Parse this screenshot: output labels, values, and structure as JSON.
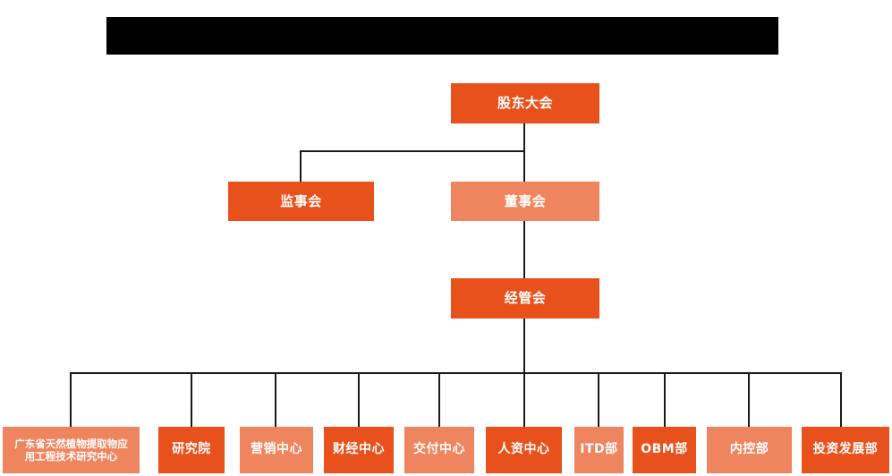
{
  "chart_data": {
    "type": "diagram",
    "title": "",
    "subtitle": "",
    "diagram_kind": "organization-chart",
    "orientation": "top-down",
    "colors": {
      "deep_orange": "#e8511b",
      "light_orange": "#ee855e",
      "connector": "#1a1a1a",
      "background": "#ffffff",
      "redacted_bar": "#000000",
      "node_text": "#ffffff"
    },
    "levels": [
      {
        "level": 1,
        "nodes": [
          "股东大会"
        ]
      },
      {
        "level": 2,
        "nodes": [
          "监事会",
          "董事会"
        ]
      },
      {
        "level": 3,
        "nodes": [
          "经管会"
        ]
      },
      {
        "level": 4,
        "nodes": [
          "广东省天然植物提取物应用工程技术研究中心",
          "研究院",
          "营销中心",
          "财经中心",
          "交付中心",
          "人资中心",
          "ITD部",
          "OBM部",
          "内控部",
          "投资发展部"
        ]
      }
    ],
    "edges": [
      {
        "from": "股东大会",
        "to": "监事会"
      },
      {
        "from": "股东大会",
        "to": "董事会"
      },
      {
        "from": "董事会",
        "to": "经管会"
      },
      {
        "from": "经管会",
        "to": "广东省天然植物提取物应用工程技术研究中心"
      },
      {
        "from": "经管会",
        "to": "研究院"
      },
      {
        "from": "经管会",
        "to": "营销中心"
      },
      {
        "from": "经管会",
        "to": "财经中心"
      },
      {
        "from": "经管会",
        "to": "交付中心"
      },
      {
        "from": "经管会",
        "to": "人资中心"
      },
      {
        "from": "经管会",
        "to": "ITD部"
      },
      {
        "from": "经管会",
        "to": "OBM部"
      },
      {
        "from": "经管会",
        "to": "内控部"
      },
      {
        "from": "经管会",
        "to": "投资发展部"
      }
    ]
  },
  "header": {
    "redacted_title": ""
  },
  "nodes": {
    "shareholders_meeting": {
      "label": "股东大会",
      "fill": "deep"
    },
    "board_of_supervisors": {
      "label": "监事会",
      "fill": "deep"
    },
    "board_of_directors": {
      "label": "董事会",
      "fill": "light"
    },
    "management_committee": {
      "label": "经管会",
      "fill": "deep"
    }
  },
  "departments": [
    {
      "label_line1": "广东省天然植物提取物应",
      "label_line2": "用工程技术研究中心",
      "fill": "light"
    },
    {
      "label": "研究院",
      "fill": "deep"
    },
    {
      "label": "营销中心",
      "fill": "light"
    },
    {
      "label": "财经中心",
      "fill": "deep"
    },
    {
      "label": "交付中心",
      "fill": "light"
    },
    {
      "label": "人资中心",
      "fill": "deep"
    },
    {
      "label": "ITD部",
      "fill": "light"
    },
    {
      "label": "OBM部",
      "fill": "deep"
    },
    {
      "label": "内控部",
      "fill": "light"
    },
    {
      "label": "投资发展部",
      "fill": "deep"
    }
  ]
}
